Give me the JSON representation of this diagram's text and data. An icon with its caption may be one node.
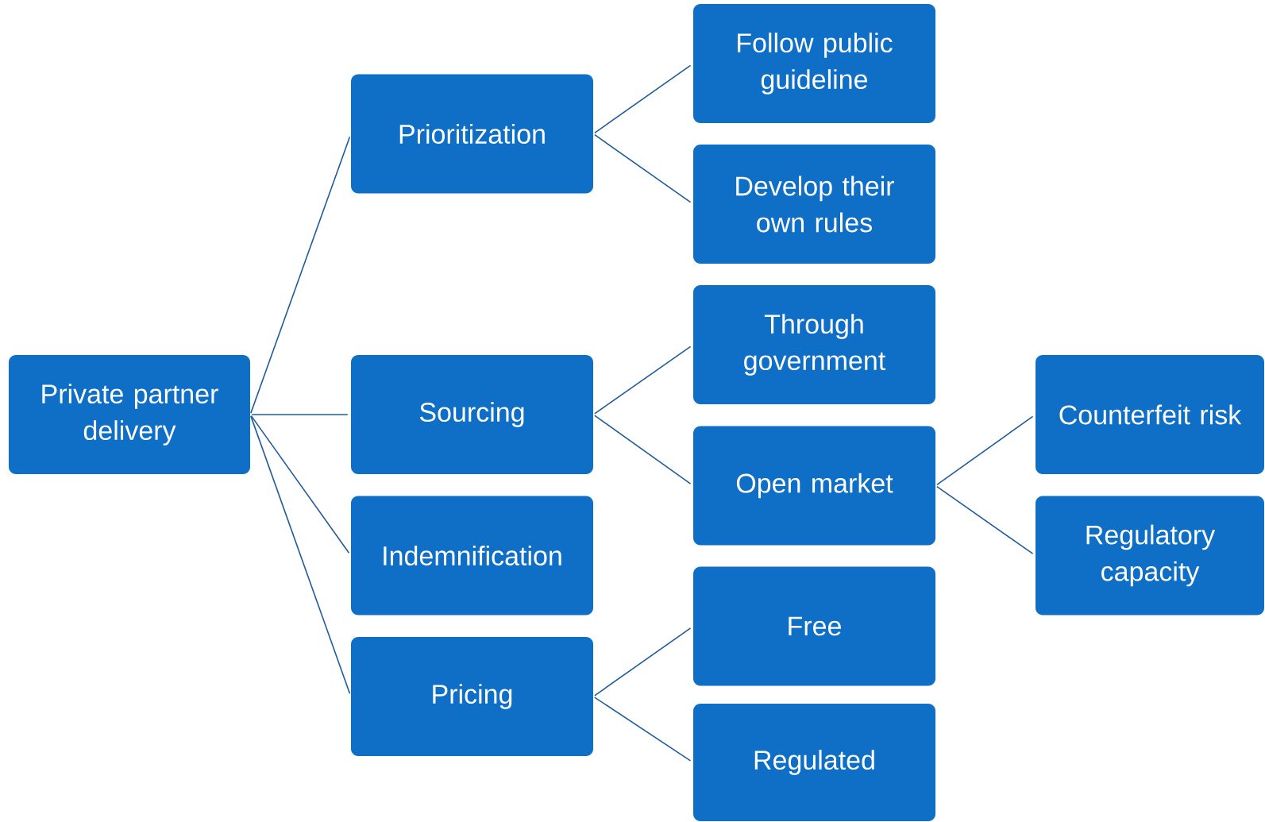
{
  "diagram": {
    "nodes": [
      {
        "text": [
          "Private partner delivery"
        ]
      },
      {
        "text": [
          "Prioritization"
        ]
      },
      {
        "text": [
          "Follow public guideline"
        ]
      },
      {
        "text": [
          "Develop their own rules"
        ]
      },
      {
        "text": [
          "Sourcing"
        ]
      },
      {
        "text": [
          "Through government"
        ]
      },
      {
        "text": [
          "Open market"
        ]
      },
      {
        "text": [
          "Counterfeit risk"
        ]
      },
      {
        "text": [
          "Regulatory capacity"
        ]
      },
      {
        "text": [
          "Indemnification"
        ]
      },
      {
        "text": [
          "Pricing"
        ]
      },
      {
        "text": [
          "Free"
        ]
      },
      {
        "text": [
          "Regulated"
        ]
      }
    ],
    "edges": [
      {
        "from": 0,
        "to": 1,
        "arrow": "none"
      },
      {
        "from": 0,
        "to": 4,
        "arrow": "none"
      },
      {
        "from": 0,
        "to": 9,
        "arrow": "none"
      },
      {
        "from": 0,
        "to": 10,
        "arrow": "none"
      },
      {
        "from": 1,
        "to": 2,
        "arrow": "none"
      },
      {
        "from": 1,
        "to": 3,
        "arrow": "none"
      },
      {
        "from": 4,
        "to": 5,
        "arrow": "none"
      },
      {
        "from": 4,
        "to": 6,
        "arrow": "none"
      },
      {
        "from": 6,
        "to": 7,
        "arrow": "none"
      },
      {
        "from": 6,
        "to": 8,
        "arrow": "none"
      },
      {
        "from": 10,
        "to": 11,
        "arrow": "none"
      },
      {
        "from": 10,
        "to": 12,
        "arrow": "none"
      }
    ]
  }
}
